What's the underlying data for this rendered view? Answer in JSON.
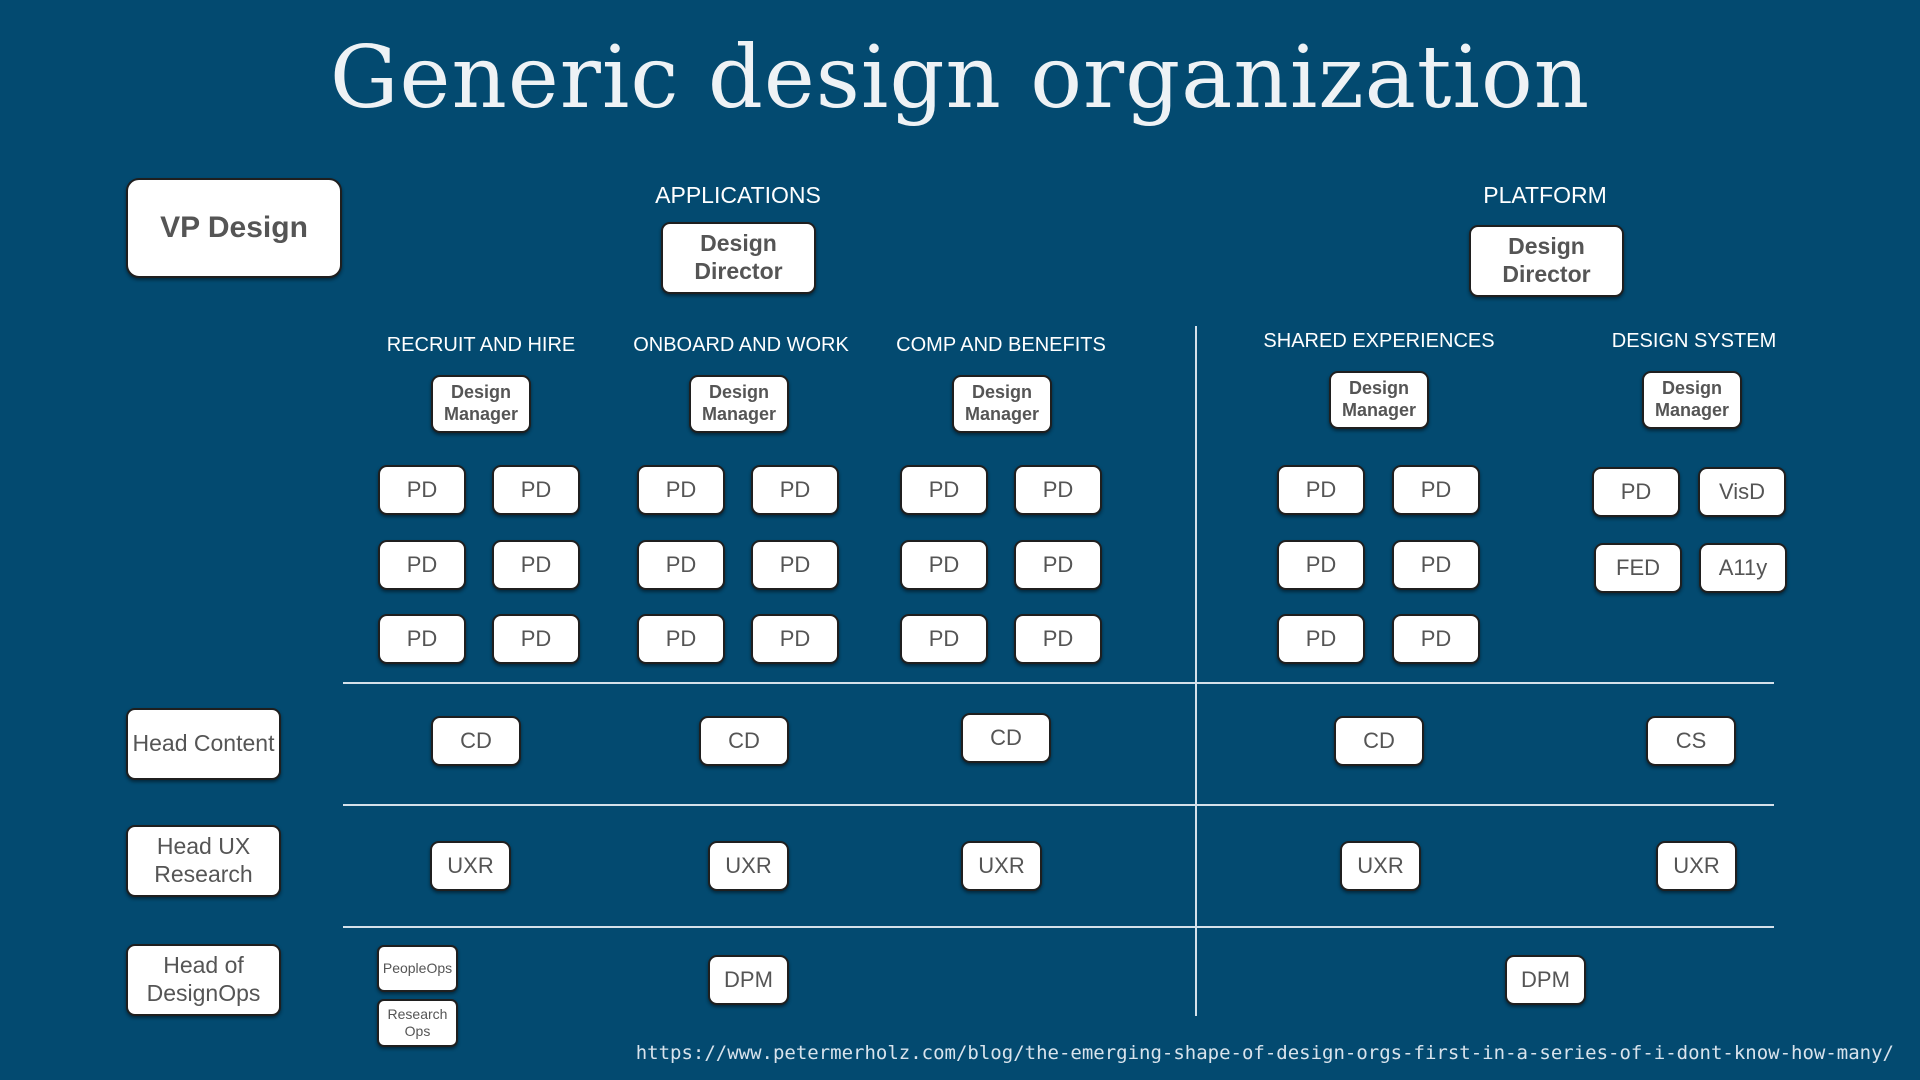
{
  "title": "Generic design organization",
  "vp": "VP Design",
  "applications": {
    "heading": "APPLICATIONS",
    "director": "Design Director",
    "teams": [
      {
        "heading": "RECRUIT AND HIRE",
        "manager": "Design Manager",
        "roles": [
          "PD",
          "PD",
          "PD",
          "PD",
          "PD",
          "PD"
        ]
      },
      {
        "heading": "ONBOARD AND WORK",
        "manager": "Design Manager",
        "roles": [
          "PD",
          "PD",
          "PD",
          "PD",
          "PD",
          "PD"
        ]
      },
      {
        "heading": "COMP AND BENEFITS",
        "manager": "Design Manager",
        "roles": [
          "PD",
          "PD",
          "PD",
          "PD",
          "PD",
          "PD"
        ]
      }
    ]
  },
  "platform": {
    "heading": "PLATFORM",
    "director": "Design Director",
    "teams": [
      {
        "heading": "SHARED EXPERIENCES",
        "manager": "Design Manager",
        "roles": [
          "PD",
          "PD",
          "PD",
          "PD",
          "PD",
          "PD"
        ]
      },
      {
        "heading": "DESIGN SYSTEM",
        "manager": "Design Manager",
        "roles": [
          "PD",
          "VisD",
          "FED",
          "A11y"
        ]
      }
    ]
  },
  "rows": {
    "content": {
      "head": "Head Content",
      "cells": [
        "CD",
        "CD",
        "CD",
        "CD",
        "CS"
      ]
    },
    "research": {
      "head": "Head UX Research",
      "cells": [
        "UXR",
        "UXR",
        "UXR",
        "UXR",
        "UXR"
      ]
    },
    "designops": {
      "head": "Head of DesignOps",
      "people_ops": "PeopleOps",
      "research_ops": "Research Ops",
      "apps_dpm": "DPM",
      "platform_dpm": "DPM"
    }
  },
  "source_url": "https://www.petermerholz.com/blog/the-emerging-shape-of-design-orgs-first-in-a-series-of-i-dont-know-how-many/"
}
